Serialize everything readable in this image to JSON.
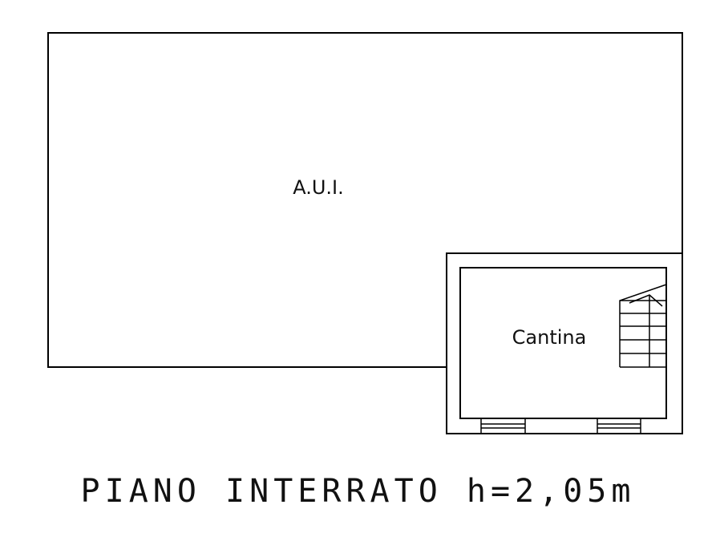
{
  "plan": {
    "rooms": {
      "aui": {
        "label": "A.U.I."
      },
      "cantina": {
        "label": "Cantina"
      }
    },
    "caption": "PIANO INTERRATO h=2,05m"
  }
}
